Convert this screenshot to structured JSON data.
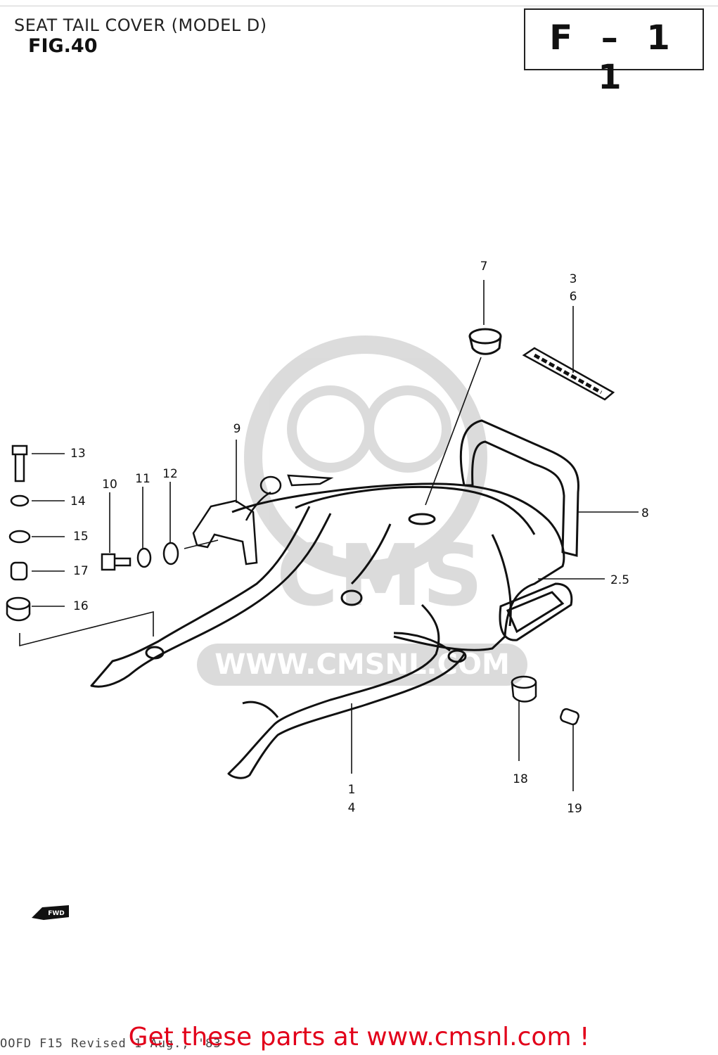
{
  "title": "SEAT TAIL COVER (MODEL D)",
  "figure_label": "FIG.40",
  "page_code": "F – 1 1",
  "callouts": {
    "c1_4": [
      "1",
      "4"
    ],
    "c2_5": "2.5",
    "c3_6": [
      "3",
      "6"
    ],
    "c7": "7",
    "c8": "8",
    "c9": "9",
    "c10": "10",
    "c11": "11",
    "c12": "12",
    "c13": "13",
    "c14": "14",
    "c15": "15",
    "c16": "16",
    "c17": "17",
    "c18": "18",
    "c19": "19"
  },
  "watermark": {
    "text": "WWW.CMSNL.COM",
    "logo": "CMS",
    "color": "#9a9a9a"
  },
  "fwd_label": "FWD",
  "footer_text": "OOFD F15 Revised 1 Aug., '83",
  "promo_text": "Get these parts at www.cmsnl.com !",
  "colors": {
    "promo": "#e2001a",
    "ink": "#111111"
  }
}
